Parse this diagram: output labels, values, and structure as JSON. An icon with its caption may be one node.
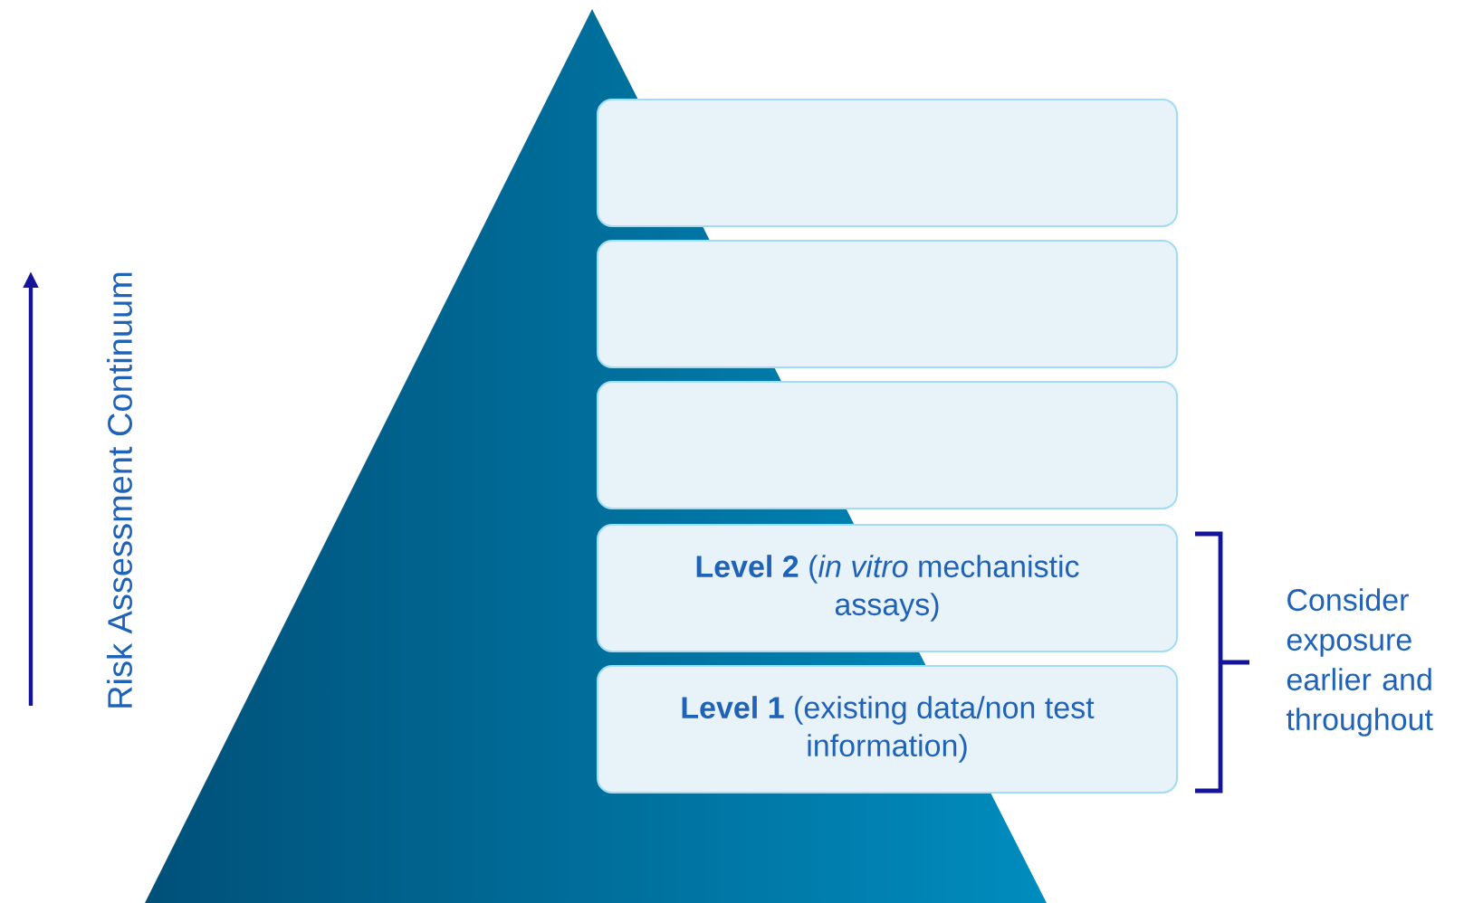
{
  "diagram": {
    "nodes": [
      {
        "text": [],
        "shape": "box"
      },
      {
        "text": [],
        "shape": "box"
      },
      {
        "text": [],
        "shape": "box"
      },
      {
        "text": [
          "**Level 2** (*in vitro* mechanistic assays)"
        ]
      },
      {
        "text": [
          "**Level 1** (existing data/non test information)"
        ]
      }
    ],
    "edges": [],
    "labels": [
      "Risk Assessment Continuum",
      "Consider exposure earlier and throughout"
    ]
  }
}
